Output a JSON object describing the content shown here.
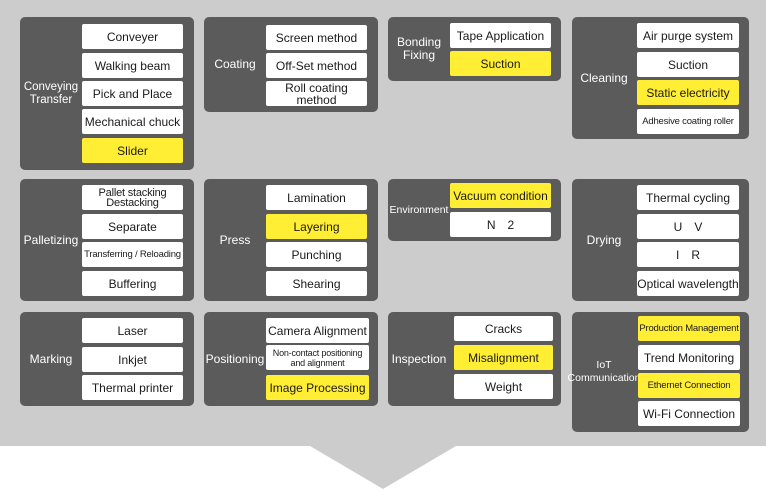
{
  "colors": {
    "panel": "#cccccc",
    "card": "#5b5b5b",
    "option": "#ffffff",
    "highlight": "#ffee33"
  },
  "categories": [
    {
      "label": "Conveying\nTransfer",
      "options": [
        {
          "text": "Conveyer",
          "highlighted": false
        },
        {
          "text": "Walking beam",
          "highlighted": false
        },
        {
          "text": "Pick and Place",
          "highlighted": false
        },
        {
          "text": "Mechanical chuck",
          "highlighted": false
        },
        {
          "text": "Slider",
          "highlighted": true
        }
      ]
    },
    {
      "label": "Coating",
      "options": [
        {
          "text": "Screen method",
          "highlighted": false
        },
        {
          "text": "Off-Set method",
          "highlighted": false
        },
        {
          "text": "Roll coating method",
          "highlighted": false
        }
      ]
    },
    {
      "label": "Bonding\nFixing",
      "options": [
        {
          "text": "Tape Application",
          "highlighted": false
        },
        {
          "text": "Suction",
          "highlighted": true
        }
      ]
    },
    {
      "label": "Cleaning",
      "options": [
        {
          "text": "Air purge system",
          "highlighted": false
        },
        {
          "text": "Suction",
          "highlighted": false
        },
        {
          "text": "Static electricity",
          "highlighted": true
        },
        {
          "text": "Adhesive coating roller",
          "highlighted": false
        }
      ]
    },
    {
      "label": "Palletizing",
      "options": [
        {
          "text": "Pallet stacking\nDestacking",
          "highlighted": false
        },
        {
          "text": "Separate",
          "highlighted": false
        },
        {
          "text": "Transferring / Reloading",
          "highlighted": false
        },
        {
          "text": "Buffering",
          "highlighted": false
        }
      ]
    },
    {
      "label": "Press",
      "options": [
        {
          "text": "Lamination",
          "highlighted": false
        },
        {
          "text": "Layering",
          "highlighted": true
        },
        {
          "text": "Punching",
          "highlighted": false
        },
        {
          "text": "Shearing",
          "highlighted": false
        }
      ]
    },
    {
      "label": "Environment",
      "options": [
        {
          "text": "Vacuum condition",
          "highlighted": true
        },
        {
          "text": "N　2",
          "highlighted": false
        }
      ]
    },
    {
      "label": "Drying",
      "options": [
        {
          "text": "Thermal cycling",
          "highlighted": false
        },
        {
          "text": "U　V",
          "highlighted": false
        },
        {
          "text": "I　R",
          "highlighted": false
        },
        {
          "text": "Optical wavelength",
          "highlighted": false
        }
      ]
    },
    {
      "label": "Marking",
      "options": [
        {
          "text": "Laser",
          "highlighted": false
        },
        {
          "text": "Inkjet",
          "highlighted": false
        },
        {
          "text": "Thermal printer",
          "highlighted": false
        }
      ]
    },
    {
      "label": "Positioning",
      "options": [
        {
          "text": "Camera Alignment",
          "highlighted": false
        },
        {
          "text": "Non-contact positioning\nand alignment",
          "highlighted": false
        },
        {
          "text": "Image Processing",
          "highlighted": true
        }
      ]
    },
    {
      "label": "Inspection",
      "options": [
        {
          "text": "Cracks",
          "highlighted": false
        },
        {
          "text": "Misalignment",
          "highlighted": true
        },
        {
          "text": "Weight",
          "highlighted": false
        }
      ]
    },
    {
      "label": "IoT\nCommunication",
      "options": [
        {
          "text": "Production Management",
          "highlighted": true
        },
        {
          "text": "Trend Monitoring",
          "highlighted": false
        },
        {
          "text": "Ethernet Connection",
          "highlighted": true
        },
        {
          "text": "Wi-Fi Connection",
          "highlighted": false
        }
      ]
    }
  ]
}
